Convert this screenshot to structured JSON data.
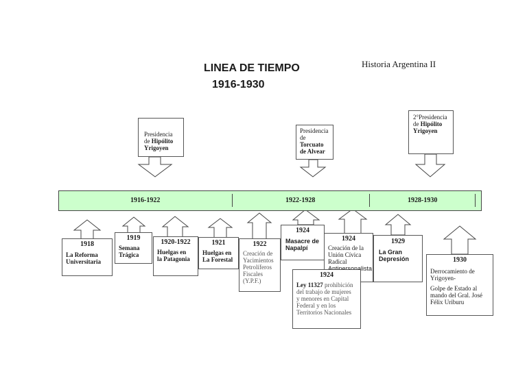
{
  "header": {
    "title": "LINEA DE TIEMPO",
    "years": "1916-1930",
    "subject": "Historia Argentina II"
  },
  "periods": [
    {
      "label": "1916-1922"
    },
    {
      "label": "1922-1928"
    },
    {
      "label": "1928-1930"
    }
  ],
  "presidencies": [
    {
      "line1": "Presidencia",
      "line2a": "de ",
      "line2b": "Hipólito",
      "line3": "Yrigoyen"
    },
    {
      "line1": "Presidencia",
      "line2": "de",
      "line3": "Torcuato",
      "line4": "de Alvear"
    },
    {
      "line1": "2°Presidencia",
      "line2a": "de ",
      "line2b": "Hipólito",
      "line3": "Yrigoyen"
    }
  ],
  "events": [
    {
      "year": "1918",
      "line1": "La Reforma",
      "line2": "Universitaria"
    },
    {
      "year": "1919",
      "line1": "Semana",
      "line2": "Trágica"
    },
    {
      "year": "1920-1922",
      "line1": "Huelgas en",
      "line2": "la Patagonia"
    },
    {
      "year": "1921",
      "line1": "Huelgas en",
      "line2": "La Forestal"
    },
    {
      "year": "1922",
      "lines": [
        "Creación de",
        "Yacimientos",
        "Petrolíferos",
        "Fiscales",
        "(Y.P.F.)"
      ]
    },
    {
      "year": "1924",
      "line1": "Masacre de",
      "line2": "Napalpí"
    },
    {
      "year": "1924",
      "lines": [
        "Creación de la",
        "Unión Cívica",
        "Radical",
        "Antipersonalista"
      ]
    },
    {
      "year": "1924",
      "bold": "Ley 11327",
      "lines": [
        " prohibición",
        "del trabajo de mujeres",
        "y menores en Capital",
        "Federal y en los",
        "Territorios Nacionales"
      ]
    },
    {
      "year": "1929",
      "line1": "La Gran",
      "line2": "Depresión"
    },
    {
      "year": "1930",
      "line1": "Derrocamiento de",
      "line2": "Yrigoyen-",
      "line3": "Golpe de Estado al",
      "line4": "mando del Gral.  José",
      "line5": "Félix Uriburu"
    }
  ]
}
